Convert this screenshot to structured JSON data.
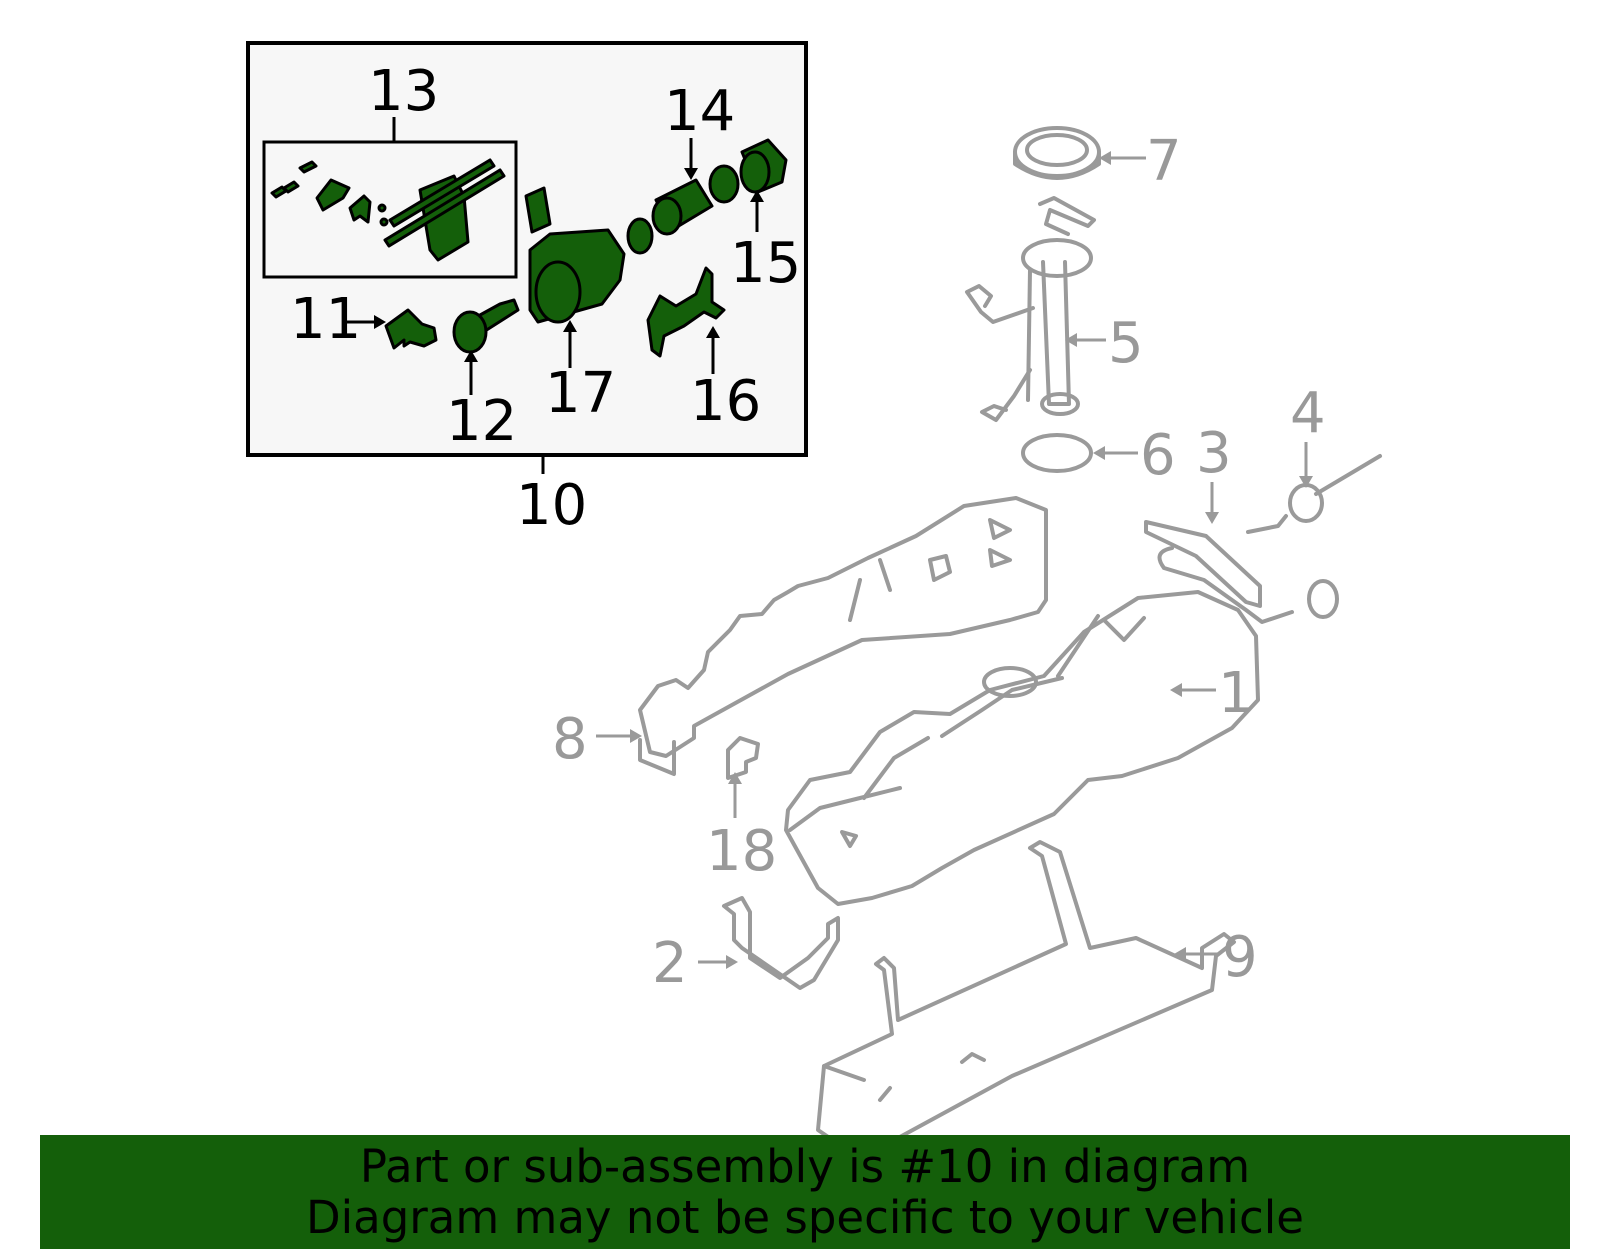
{
  "callouts": {
    "c1": "1",
    "c2": "2",
    "c3": "3",
    "c4": "4",
    "c5": "5",
    "c6": "6",
    "c7": "7",
    "c8": "8",
    "c9": "9",
    "c10": "10",
    "c11": "11",
    "c12": "12",
    "c13": "13",
    "c14": "14",
    "c15": "15",
    "c16": "16",
    "c17": "17",
    "c18": "18"
  },
  "banner": {
    "line1": "Part or sub-assembly is #10 in diagram",
    "line2": "Diagram may not be specific to your vehicle"
  },
  "colors": {
    "highlight_fill": "#145f0a",
    "banner_bg": "#145f0a",
    "reference_stroke": "#9a9a9a",
    "inset_bg": "#f7f7f7"
  }
}
